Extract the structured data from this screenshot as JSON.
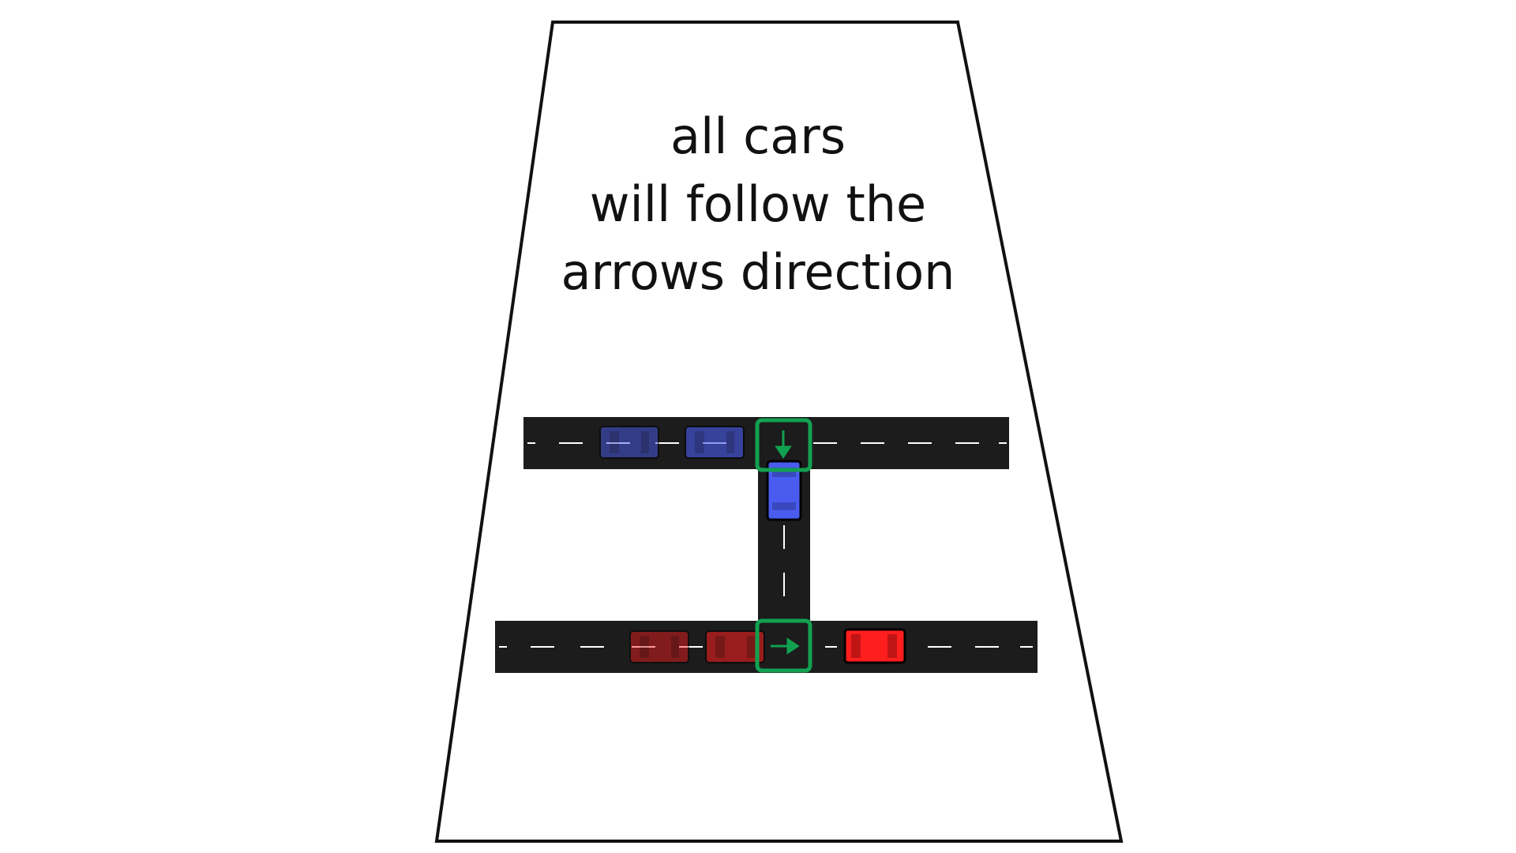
{
  "instruction": {
    "line1": "all cars",
    "line2": "will follow the",
    "line3": "arrows direction"
  },
  "colors": {
    "background": "#ffffff",
    "panel_fill": "#ffffff",
    "panel_stroke": "#111111",
    "road": "#1c1c1c",
    "lane_marking": "#ffffff",
    "switch_outline": "#12a150",
    "blue_car": "#4a5cf0",
    "blue_car_faded": "#2c3577",
    "red_car": "#ff1e1e",
    "red_car_faded": "#6e1a1a"
  },
  "switches": [
    {
      "name": "top-junction-switch",
      "arrow": "arrow-down-icon"
    },
    {
      "name": "bottom-junction-switch",
      "arrow": "arrow-right-icon"
    }
  ],
  "cars": [
    {
      "name": "blue-car-queued-1",
      "color": "blue",
      "state": "faded"
    },
    {
      "name": "blue-car-queued-2",
      "color": "blue",
      "state": "faded"
    },
    {
      "name": "blue-car-active",
      "color": "blue",
      "state": "active"
    },
    {
      "name": "red-car-queued-1",
      "color": "red",
      "state": "faded"
    },
    {
      "name": "red-car-queued-2",
      "color": "red",
      "state": "faded"
    },
    {
      "name": "red-car-active",
      "color": "red",
      "state": "active"
    }
  ]
}
